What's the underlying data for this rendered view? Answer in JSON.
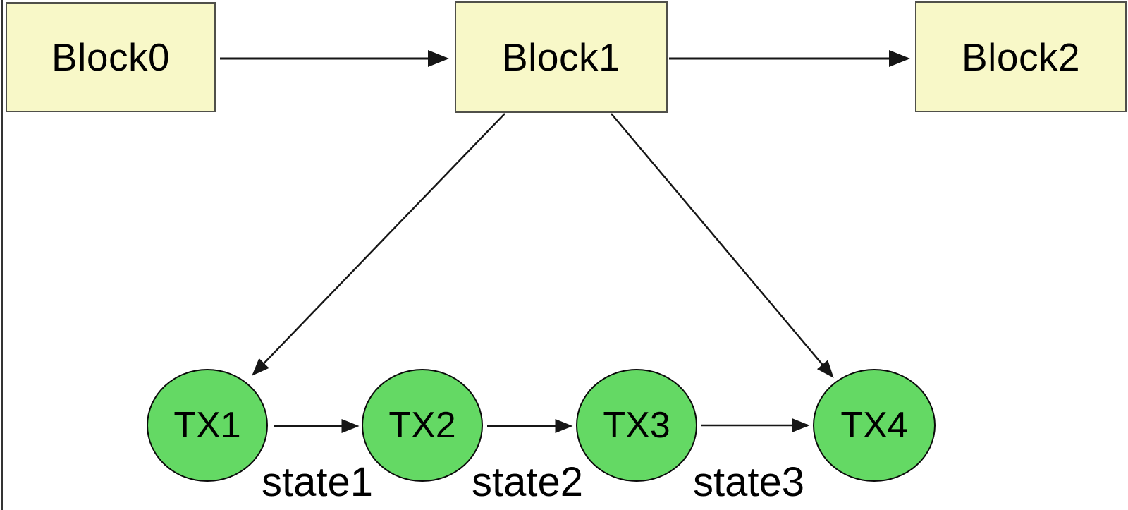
{
  "blocks": [
    {
      "label": "Block0"
    },
    {
      "label": "Block1"
    },
    {
      "label": "Block2"
    }
  ],
  "transactions": [
    {
      "label": "TX1"
    },
    {
      "label": "TX2"
    },
    {
      "label": "TX3"
    },
    {
      "label": "TX4"
    }
  ],
  "states": [
    {
      "label": "state1"
    },
    {
      "label": "state2"
    },
    {
      "label": "state3"
    }
  ],
  "edges": [
    {
      "from": "Block0",
      "to": "Block1"
    },
    {
      "from": "Block1",
      "to": "Block2"
    },
    {
      "from": "Block1",
      "to": "TX1"
    },
    {
      "from": "Block1",
      "to": "TX4"
    },
    {
      "from": "TX1",
      "to": "TX2"
    },
    {
      "from": "TX2",
      "to": "TX3"
    },
    {
      "from": "TX3",
      "to": "TX4"
    }
  ],
  "colors": {
    "background": "#ffffff",
    "block_fill": "#f8f8c8",
    "block_border": "#50504a",
    "tx_fill": "#64d964",
    "tx_border": "#0a0a0a",
    "arrow": "#161616",
    "label_text": "#000000"
  }
}
